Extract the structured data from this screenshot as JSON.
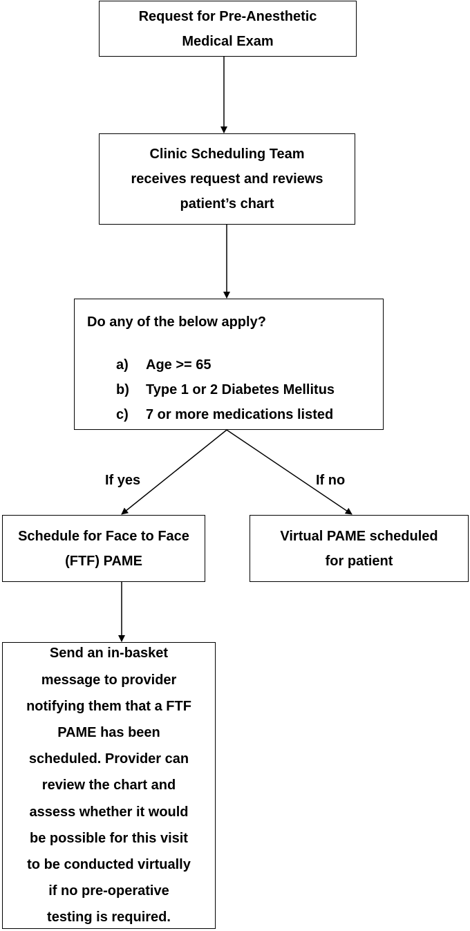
{
  "boxes": {
    "request": {
      "lines": [
        "Request for Pre-Anesthetic",
        "Medical Exam"
      ]
    },
    "scheduling_team": {
      "lines": [
        "Clinic Scheduling Team",
        "receives request and reviews",
        "patient’s chart"
      ]
    },
    "criteria": {
      "title": "Do any of the below apply?",
      "items": [
        {
          "marker": "a)",
          "text": "Age >= 65"
        },
        {
          "marker": "b)",
          "text": "Type 1 or 2 Diabetes Mellitus"
        },
        {
          "marker": "c)",
          "text": "7 or more medications listed"
        }
      ]
    },
    "ftf": {
      "lines": [
        "Schedule for Face to Face",
        "(FTF) PAME"
      ]
    },
    "virtual": {
      "lines": [
        "Virtual PAME scheduled",
        "for patient"
      ]
    },
    "message": {
      "lines": [
        "Send an in-basket",
        "message to provider",
        "notifying them that a FTF",
        "PAME has been",
        "scheduled. Provider can",
        "review the chart and",
        "assess whether it would",
        "be possible for this visit",
        "to be conducted virtually",
        "if no pre-operative",
        "testing is required."
      ]
    }
  },
  "edges": {
    "yes_label": "If yes",
    "no_label": "If no"
  }
}
